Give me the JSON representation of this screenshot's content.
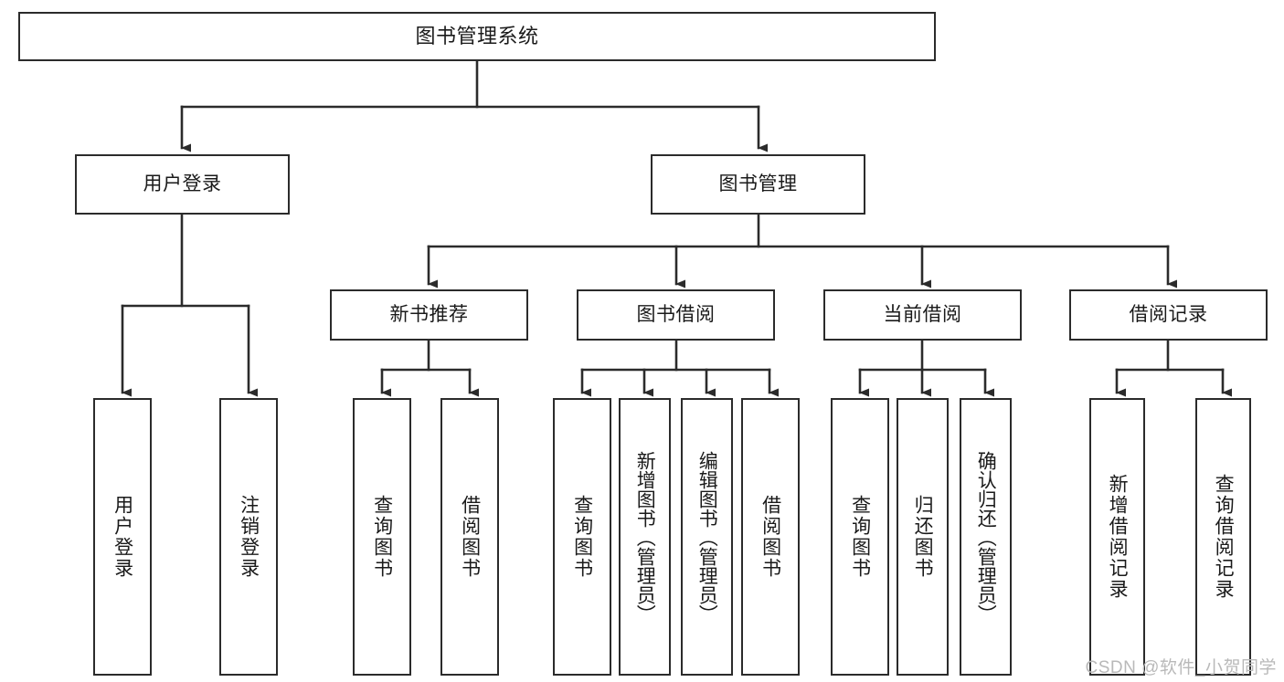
{
  "diagram": {
    "type": "tree-hierarchy",
    "title": "图书管理系统",
    "watermark": "CSDN @软件_小贺同学",
    "colors": {
      "box_border": "#2b2b2b",
      "box_fill": "#ffffff",
      "connector": "#2b2b2b",
      "text": "#1a1a1a",
      "watermark": "#b9b9b9"
    },
    "levels": {
      "root": {
        "label": "图书管理系统"
      },
      "modules": [
        {
          "label": "用户登录"
        },
        {
          "label": "图书管理"
        }
      ],
      "submodules": [
        {
          "label": "新书推荐"
        },
        {
          "label": "图书借阅"
        },
        {
          "label": "当前借阅"
        },
        {
          "label": "借阅记录"
        }
      ],
      "leaves": [
        {
          "label": "用户登录",
          "parent": "用户登录"
        },
        {
          "label": "注销登录",
          "parent": "用户登录"
        },
        {
          "label": "查询图书",
          "parent": "新书推荐"
        },
        {
          "label": "借阅图书",
          "parent": "新书推荐"
        },
        {
          "label": "查询图书",
          "parent": "图书借阅"
        },
        {
          "label": "新增图书（管理员）",
          "parent": "图书借阅"
        },
        {
          "label": "编辑图书（管理员）",
          "parent": "图书借阅"
        },
        {
          "label": "借阅图书",
          "parent": "图书借阅"
        },
        {
          "label": "查询图书",
          "parent": "当前借阅"
        },
        {
          "label": "归还图书",
          "parent": "当前借阅"
        },
        {
          "label": "确认归还（管理员）",
          "parent": "当前借阅"
        },
        {
          "label": "新增借阅记录",
          "parent": "借阅记录"
        },
        {
          "label": "查询借阅记录",
          "parent": "借阅记录"
        }
      ]
    }
  }
}
